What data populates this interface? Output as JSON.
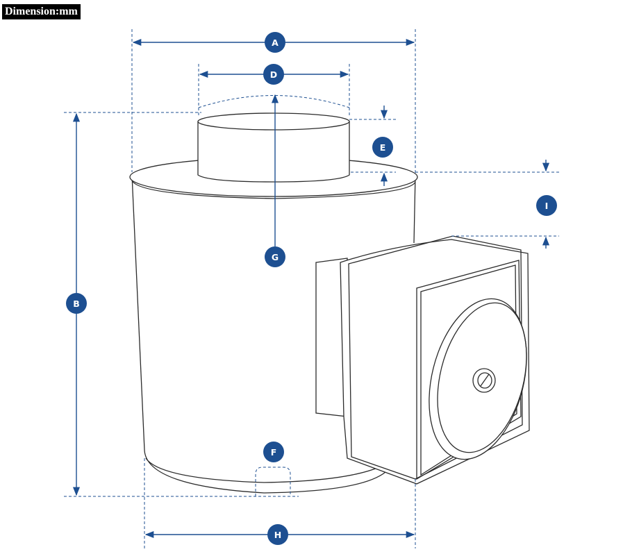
{
  "header": {
    "unit_label": "Dimension:mm"
  },
  "colors": {
    "accent": "#1d4f91",
    "outline": "#2b2b2b",
    "body_fill": "#ffffff",
    "badge_bg": "#000000"
  },
  "labels": {
    "A": "A",
    "B": "B",
    "D": "D",
    "E": "E",
    "F": "F",
    "G": "G",
    "H": "H",
    "I": "I"
  }
}
